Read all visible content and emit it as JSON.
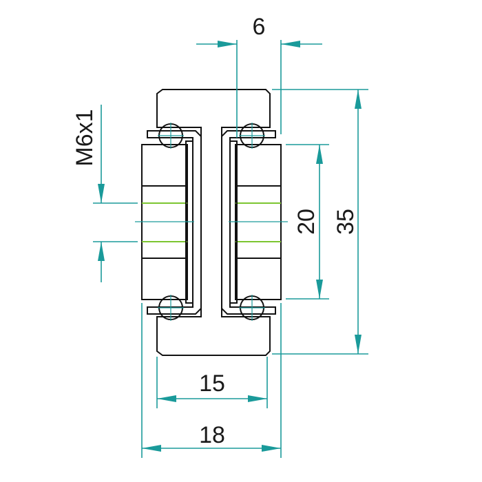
{
  "drawing": {
    "dimensions": {
      "d6": "6",
      "d35": "35",
      "d20": "20",
      "d15": "15",
      "d18": "18",
      "thread": "M6x1"
    },
    "colors": {
      "dimension": "#1a9a9a",
      "hatch": "#e0202a",
      "outline": "#111111",
      "groove": "#7cc52f"
    }
  }
}
